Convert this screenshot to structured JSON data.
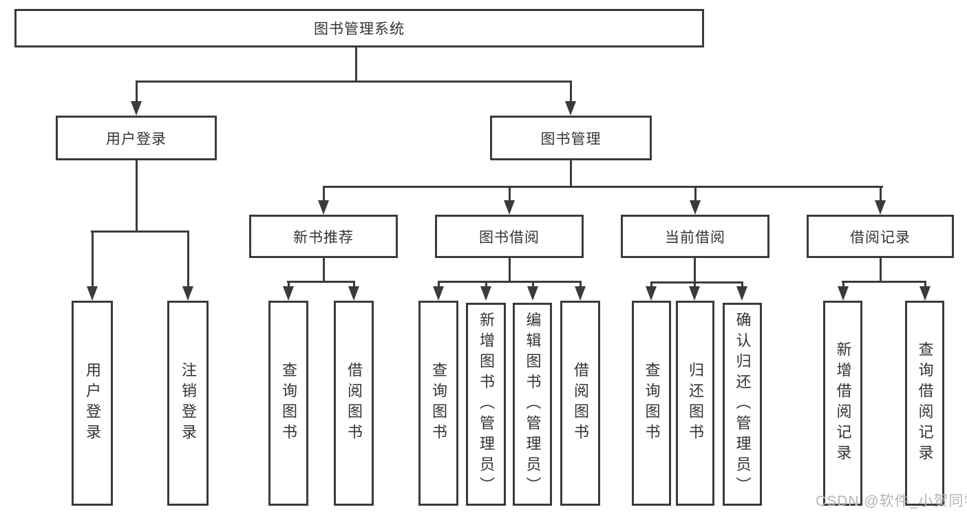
{
  "diagram_type": "hierarchy",
  "tree": {
    "label": "图书管理系统",
    "children": [
      {
        "label": "用户登录",
        "children": [
          {
            "label": "用户登录"
          },
          {
            "label": "注销登录"
          }
        ]
      },
      {
        "label": "图书管理",
        "children": [
          {
            "label": "新书推荐",
            "children": [
              {
                "label": "查询图书"
              },
              {
                "label": "借阅图书"
              }
            ]
          },
          {
            "label": "图书借阅",
            "children": [
              {
                "label": "查询图书"
              },
              {
                "label": "新增图书（管理员）"
              },
              {
                "label": "编辑图书（管理员）"
              },
              {
                "label": "借阅图书"
              }
            ]
          },
          {
            "label": "当前借阅",
            "children": [
              {
                "label": "查询图书"
              },
              {
                "label": "归还图书"
              },
              {
                "label": "确认归还（管理员）"
              }
            ]
          },
          {
            "label": "借阅记录",
            "children": [
              {
                "label": "新增借阅记录"
              },
              {
                "label": "查询借阅记录"
              }
            ]
          }
        ]
      }
    ]
  },
  "watermark": "CSDN @软件_小贺同学",
  "colors": {
    "line": "#3b3b3b",
    "text": "#333333",
    "watermark": "#b5b5b5",
    "background": "#ffffff"
  }
}
